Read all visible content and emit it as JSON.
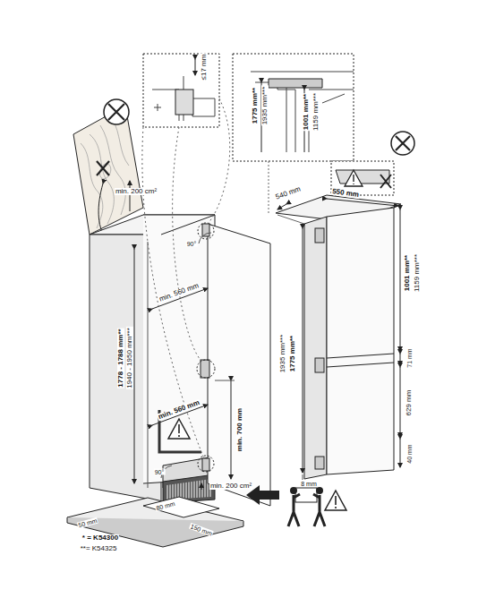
{
  "diagram": {
    "labels": [
      "≤17 mm",
      "1775 mm**",
      "1935 mm***",
      "1001 mm**",
      "1159 mm***",
      "min. 200 cm²",
      "540 mm",
      "550 mm",
      "1778 - 1788 mm**",
      "1940 - 1950 mm***",
      "90°",
      "min. 560 mm",
      "min. 560 mm",
      "min. 700 mm",
      "90°",
      "min. 200 cm²",
      "1001 mm**",
      "1159 mm***",
      "1775 mm**",
      "1935 mm***",
      "71 mm",
      "629 mm",
      "40 mm",
      "8 mm",
      "50 mm",
      "80 mm",
      "150 mm",
      "* = K54300",
      "**= K54325"
    ]
  }
}
